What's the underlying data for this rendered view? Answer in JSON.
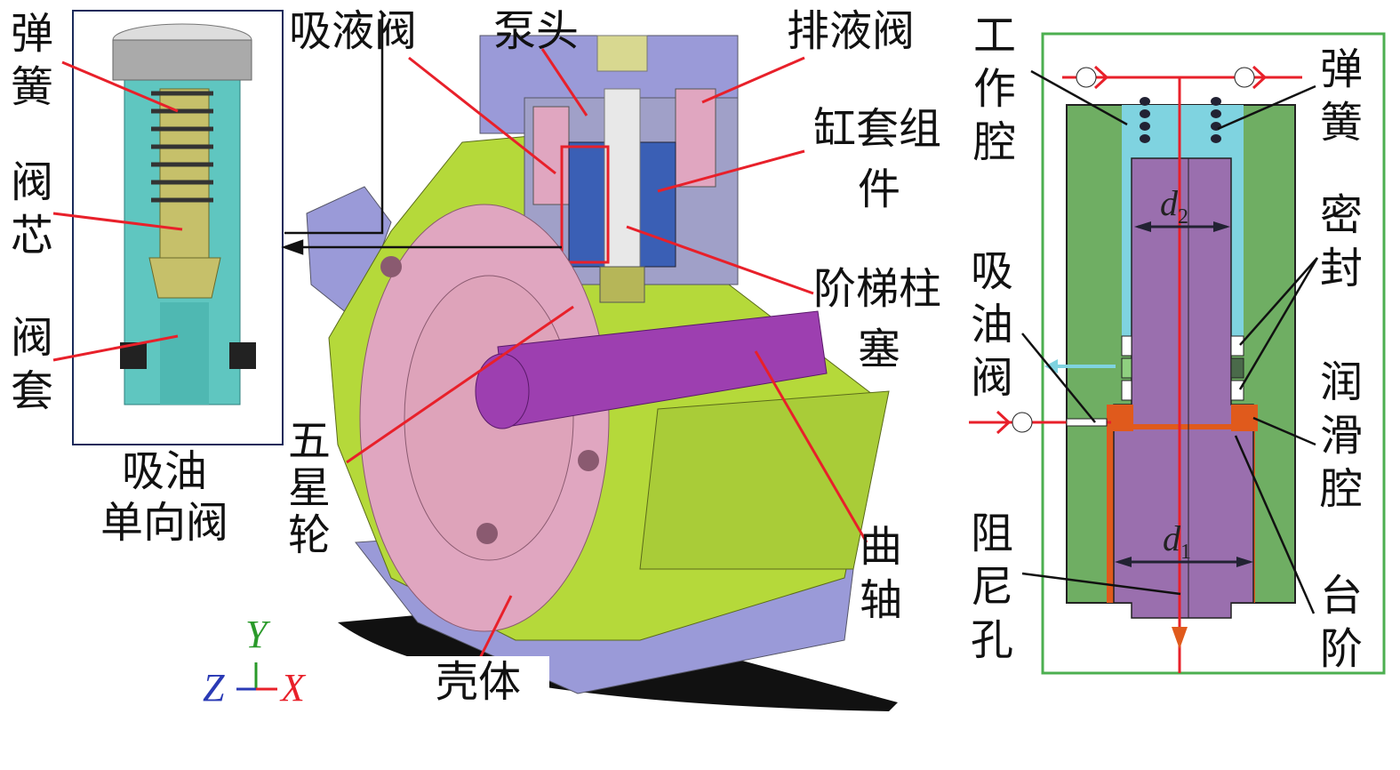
{
  "inset": {
    "spring": "弹簧",
    "valve_core": "阀芯",
    "valve_sleeve": "阀套",
    "caption_line1": "吸油",
    "caption_line2": "单向阀"
  },
  "main": {
    "suction_valve": "吸液阀",
    "pump_head": "泵头",
    "discharge_valve": "排液阀",
    "cylinder_assembly_line1": "缸套组",
    "cylinder_assembly_line2": "件",
    "stepped_plunger_line1": "阶梯柱",
    "stepped_plunger_line2": "塞",
    "star_wheel": "五星轮",
    "crankshaft": "曲轴",
    "housing": "壳体",
    "axes": {
      "y": "Y",
      "z": "Z",
      "x": "X"
    }
  },
  "schematic": {
    "working_chamber": "工作腔",
    "oil_suction_valve": "吸油阀",
    "damping_hole": "阻尼孔",
    "spring": "弹簧",
    "seal": "密封",
    "lubrication_chamber": "润滑腔",
    "step": "台阶",
    "d2": "d",
    "d2_sub": "2",
    "d1": "d",
    "d1_sub": "1"
  },
  "colors": {
    "cylinder_green": "#6fae63",
    "chamber_cyan": "#7fd3e0",
    "plunger_purple": "#9a6fae",
    "lube_orange": "#e05a1c",
    "flow_red": "#e8202a",
    "housing_yellowgreen": "#b5d93a",
    "pink": "#e0a6c0",
    "lavender": "#9a9ad8"
  }
}
